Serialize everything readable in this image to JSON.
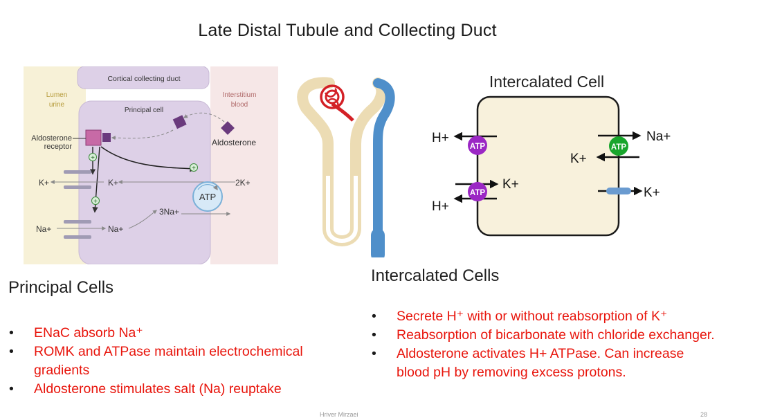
{
  "title": "Late Distal Tubule and Collecting Duct",
  "principal_diagram": {
    "cortical_label": "Cortical collecting duct",
    "lumen_label_1": "Lumen",
    "lumen_label_2": "urine",
    "interstitium_label_1": "Interstitium",
    "interstitium_label_2": "blood",
    "cell_label": "Principal cell",
    "receptor_label_1": "Aldosterone",
    "receptor_label_2": "receptor",
    "aldosterone_label": "Aldosterone",
    "k_lumen": "K+",
    "k_cell": "K+",
    "k2_label": "2K+",
    "atp_label": "ATP",
    "na3_label": "3Na+",
    "na_lumen": "Na+",
    "na_cell": "Na+",
    "plus": "+",
    "colors": {
      "lumen": "#f7f1d7",
      "interstitium": "#f6e7e7",
      "cell": "#ddd0e7",
      "receptor": "#c76aa6",
      "hormone": "#6a3a7d",
      "atp": "#d7e9f7"
    }
  },
  "intercalated_diagram": {
    "title": "Intercalated Cell",
    "atp": "ATP",
    "h_1": "H+",
    "h_2": "H+",
    "k_1": "K+",
    "na_1": "Na+",
    "k_2": "K+",
    "k_3": "K+",
    "colors": {
      "cell": "#f8f1dc",
      "purple": "#9b27c4",
      "green": "#18a52c",
      "channel": "#6a9bd0"
    }
  },
  "principal_heading": "Principal Cells",
  "principal_bullets": [
    "ENaC absorb Na⁺",
    "ROMK and ATPase maintain electrochemical gradients",
    "Aldosterone stimulates salt (Na) reuptake"
  ],
  "ic_heading": "Intercalated Cells",
  "ic_bullets": [
    "Secrete H⁺ with or without reabsorption of K⁺",
    "Reabsorption of bicarbonate with chloride exchanger.",
    "Aldosterone activates H+ ATPase. Can increase blood pH by removing excess protons."
  ],
  "footer": {
    "author": "Hriver Mirzaei",
    "page": "28"
  }
}
